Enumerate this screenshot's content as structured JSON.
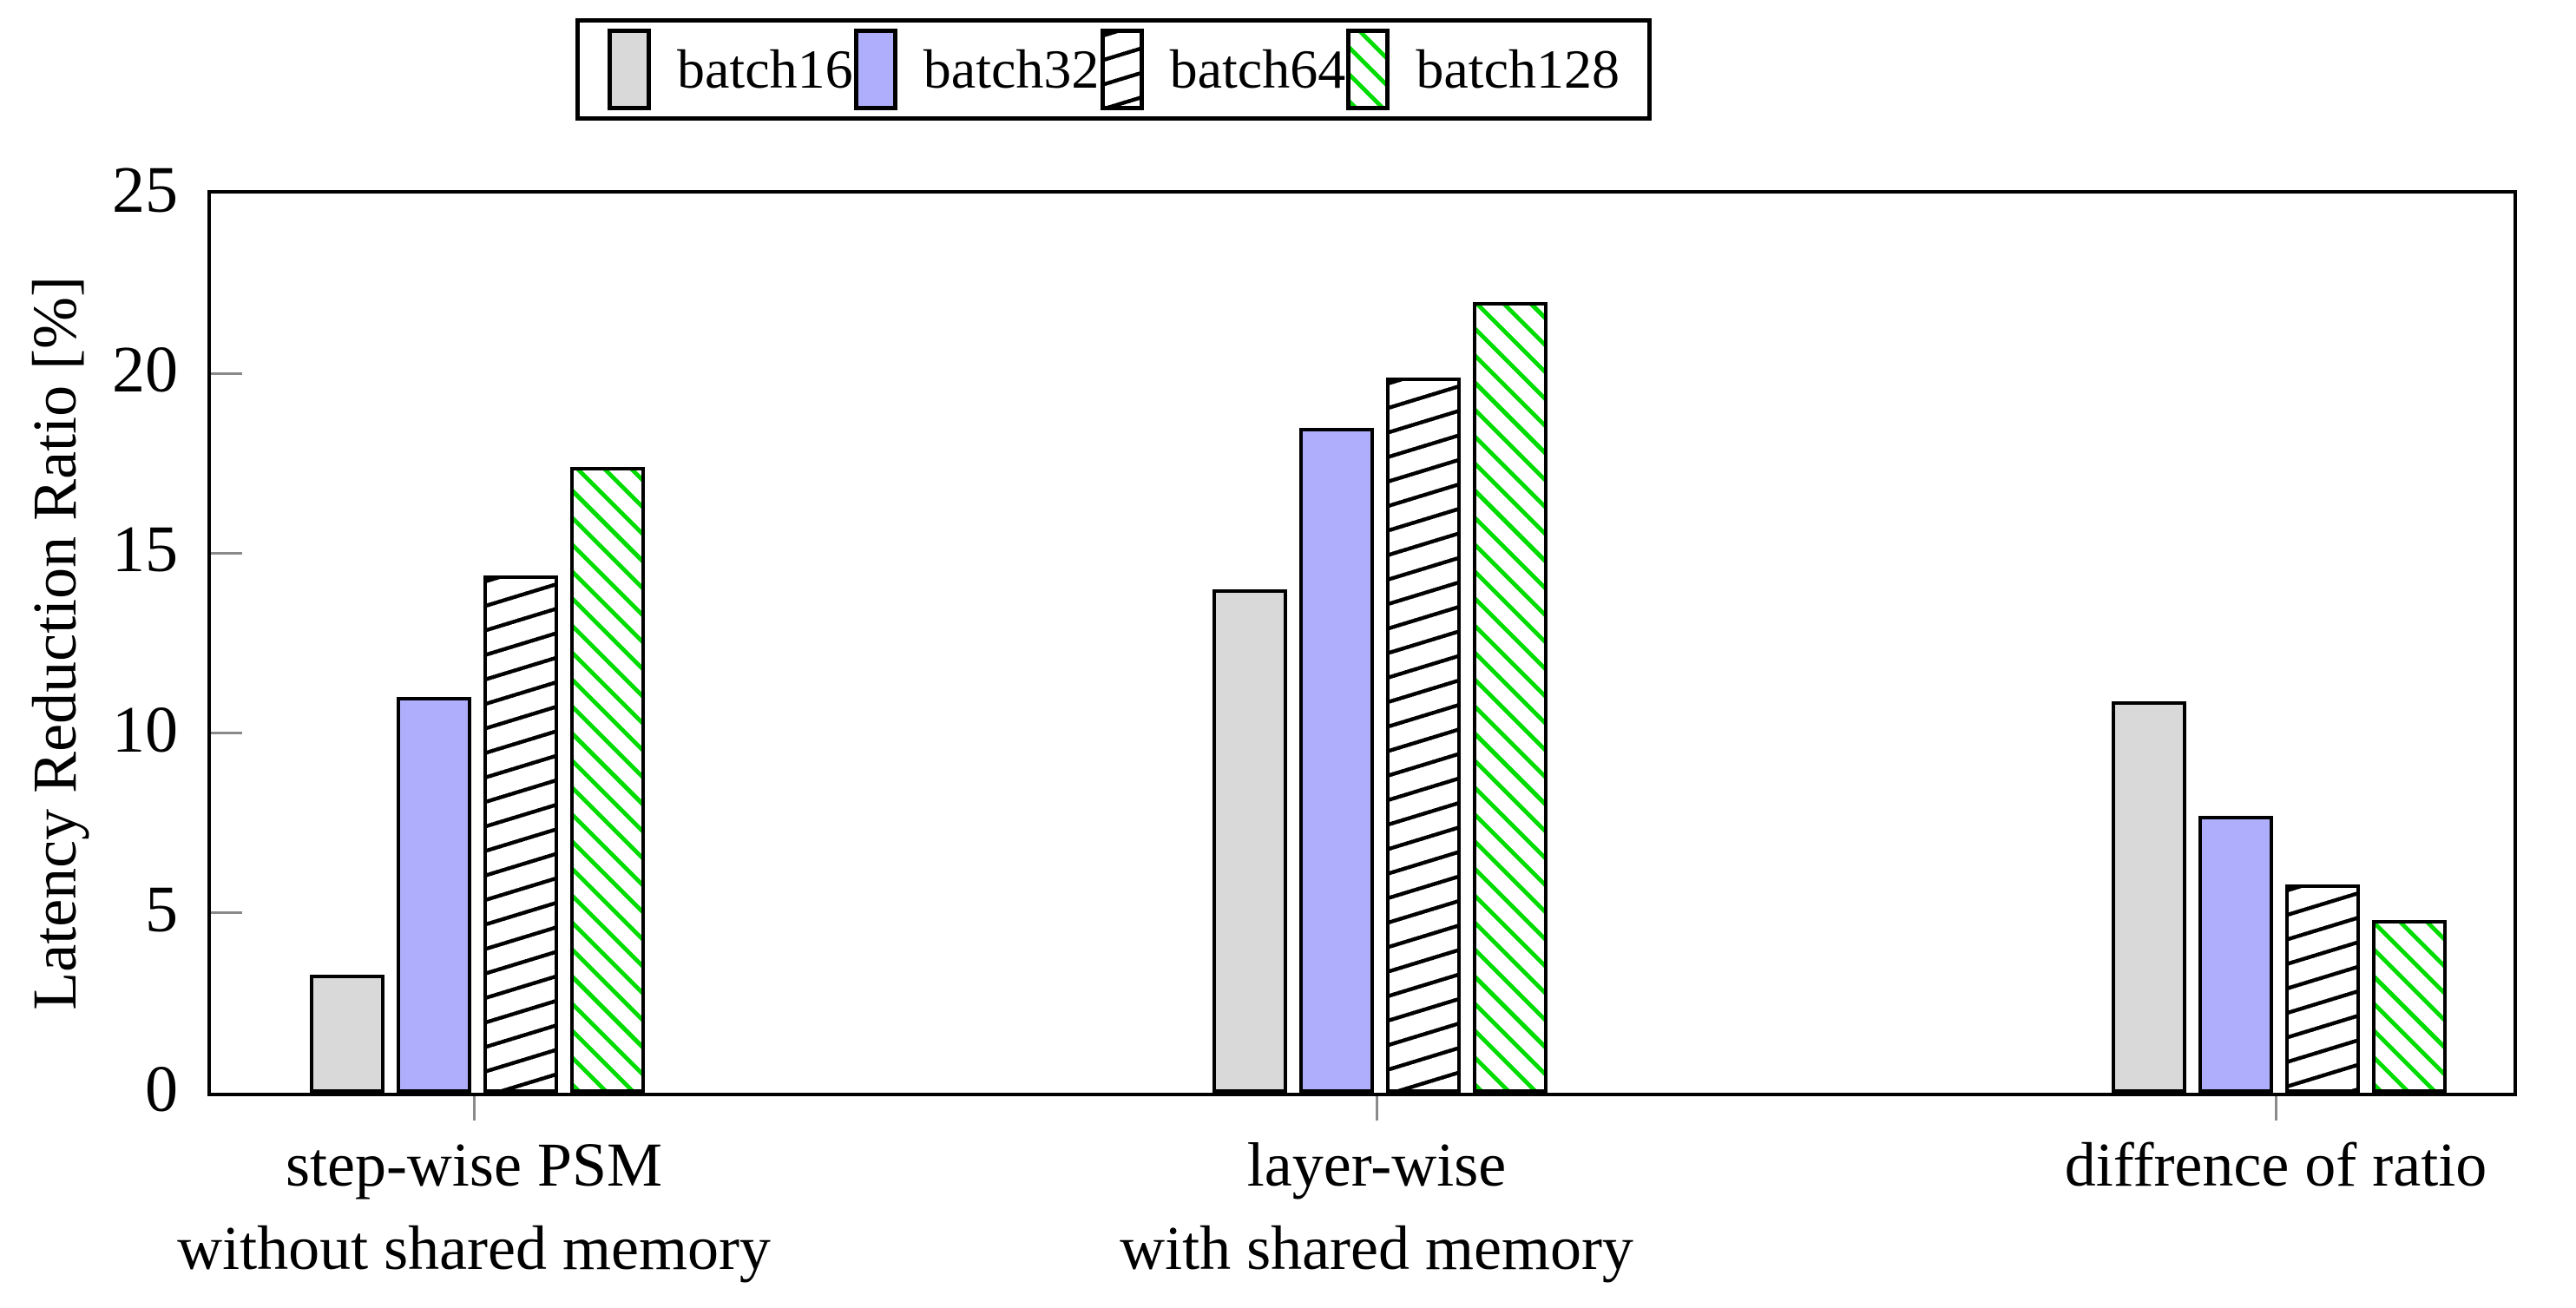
{
  "chart_data": {
    "type": "bar",
    "title": "",
    "ylabel": "Latency Reduction Ratio [%]",
    "xlabel": "",
    "ylim": [
      0,
      25
    ],
    "yticks": [
      0,
      5,
      10,
      15,
      20,
      25
    ],
    "grid": false,
    "legend_position": "top-center",
    "categories": [
      "step-wise PSM\nwithout shared memory",
      "layer-wise\nwith shared memory",
      "diffrence of ratio"
    ],
    "category_lines": [
      [
        "step-wise PSM",
        "without shared memory"
      ],
      [
        "layer-wise",
        "with shared memory"
      ],
      [
        "diffrence of ratio"
      ]
    ],
    "series": [
      {
        "name": "batch16",
        "pattern": "solid",
        "fill": "#d9d9d9",
        "pattern_color": null,
        "values": [
          3.1,
          13.8,
          10.7
        ]
      },
      {
        "name": "batch32",
        "pattern": "solid",
        "fill": "#aeaefc",
        "pattern_color": null,
        "values": [
          10.8,
          18.3,
          7.5
        ]
      },
      {
        "name": "batch64",
        "pattern": "hatch-shallow-up-right",
        "fill": "#ffffff",
        "pattern_color": "#000000",
        "values": [
          14.2,
          19.7,
          5.6
        ]
      },
      {
        "name": "batch128",
        "pattern": "hatch-down-right",
        "fill": "#ffffff",
        "pattern_color": "#00dc00",
        "values": [
          17.2,
          21.8,
          4.6
        ]
      }
    ],
    "colors": {
      "axis": "#000000",
      "tick": "#8a8a8a",
      "background": "#ffffff"
    }
  }
}
